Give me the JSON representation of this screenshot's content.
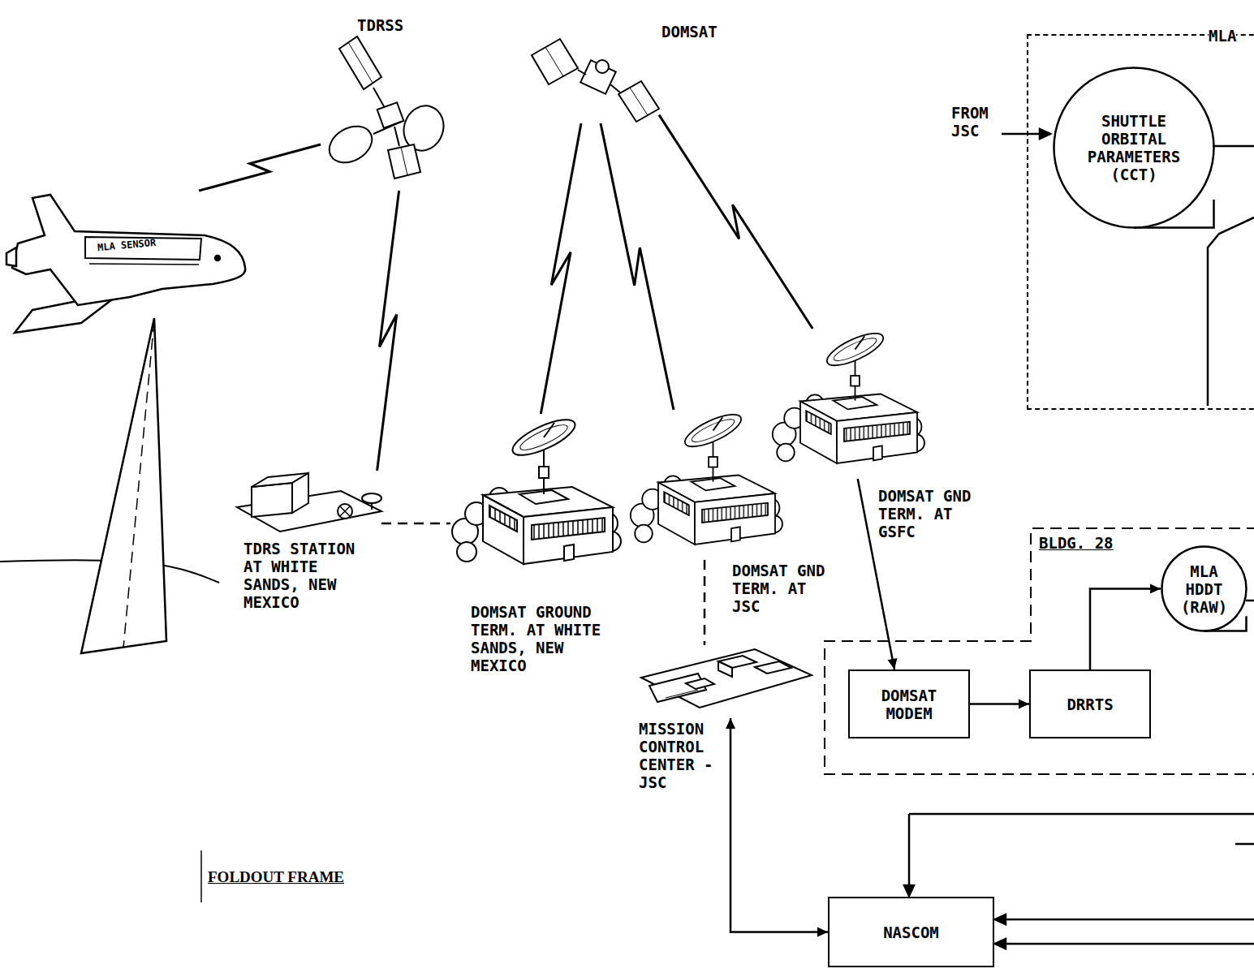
{
  "diagram": {
    "nodes": [
      {
        "text": [
          "TDRSS"
        ]
      },
      {
        "text": [
          "DOMSAT"
        ]
      },
      {
        "text": [
          "MLA"
        ]
      },
      {
        "text": [
          "SHUTTLE ORBITAL PARAMETERS (CCT)"
        ],
        "in": 2
      },
      {
        "text": [
          "MLA SENSOR"
        ]
      },
      {
        "text": [
          "TDRS STATION AT WHITE SANDS, NEW MEXICO"
        ]
      },
      {
        "text": [
          "DOMSAT GROUND TERM. AT WHITE SANDS, NEW MEXICO"
        ]
      },
      {
        "text": [
          "DOMSAT GND TERM. AT JSC"
        ]
      },
      {
        "text": [
          "DOMSAT GND TERM. AT GSFC"
        ]
      },
      {
        "text": [
          "BLDG. 28"
        ]
      },
      {
        "text": [
          "MLA HDDT (RAW)"
        ],
        "in": 9
      },
      {
        "text": [
          "DOMSAT MODEM"
        ],
        "in": 9
      },
      {
        "text": [
          "DRRTS"
        ],
        "in": 9
      },
      {
        "text": [
          "MISSION CONTROL CENTER - JSC"
        ]
      },
      {
        "text": [
          "NASCOM"
        ]
      }
    ],
    "edges": [
      {
        "from": 4,
        "to": 0,
        "arrow": "none"
      },
      {
        "from": 0,
        "to": 5,
        "arrow": "none"
      },
      {
        "from": 5,
        "to": 6,
        "arrow": "none"
      },
      {
        "from": 1,
        "to": 6,
        "arrow": "none"
      },
      {
        "from": 1,
        "to": 7,
        "arrow": "none"
      },
      {
        "from": 1,
        "to": 8,
        "arrow": "none"
      },
      {
        "from": 7,
        "to": 13,
        "arrow": "none"
      },
      {
        "from": 8,
        "to": 11,
        "arrow": "to"
      },
      {
        "from": 11,
        "to": 12,
        "arrow": "to"
      },
      {
        "from": 12,
        "to": 10,
        "arrow": "to"
      },
      {
        "from": 13,
        "to": 14,
        "arrow": "both"
      }
    ],
    "labels": [
      "FROM JSC",
      "FOLDOUT FRAME"
    ]
  }
}
